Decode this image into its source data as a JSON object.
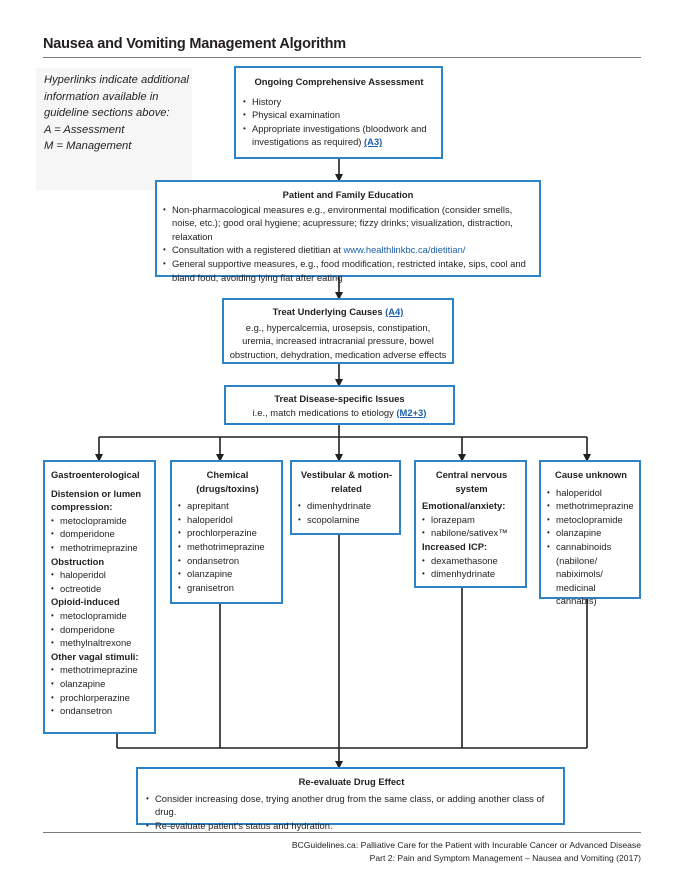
{
  "title": "Nausea and Vomiting Management Algorithm",
  "legend": {
    "lines": [
      "Hyperlinks indicate additional",
      "information available in",
      "guideline sections above:",
      "A = Assessment",
      "M = Management"
    ]
  },
  "assessment": {
    "heading": "Ongoing Comprehensive Assessment",
    "items": [
      "History",
      "Physical examination",
      "Appropriate investigations (bloodwork and investigations as required)"
    ],
    "link": "(A3)"
  },
  "education": {
    "heading": "Patient and Family Education",
    "item1": "Non-pharmacological measures e.g., environmental modification (consider smells, noise, etc.); good oral hygiene; acupressure; fizzy drinks; visualization, distraction, relaxation",
    "item2_text": "Consultation with a registered dietitian at ",
    "item2_url": "www.healthlinkbc.ca/dietitian/",
    "item3": "General supportive measures, e.g., food modification, restricted intake, sips, cool and bland food, avoiding lying flat after eating"
  },
  "causes": {
    "heading": "Treat Underlying Causes",
    "link": "(A4)",
    "body": "e.g., hypercalcemia, urosepsis, constipation, uremia, increased intracranial pressure, bowel obstruction, dehydration, medication adverse effects"
  },
  "disease": {
    "heading": "Treat Disease-specific Issues",
    "body": "i.e., match medications to etiology",
    "link": "(M2+3)"
  },
  "gastro": {
    "heading": "Gastroenterological",
    "sections": [
      {
        "label": "Distension or lumen compression:",
        "items": [
          "metoclopramide",
          "domperidone",
          "methotrimeprazine"
        ]
      },
      {
        "label": "Obstruction",
        "items": [
          "haloperidol",
          "octreotide"
        ]
      },
      {
        "label": "Opioid-induced",
        "items": [
          "metoclopramide",
          "domperidone",
          "methylnaltrexone"
        ]
      },
      {
        "label": "Other vagal stimuli:",
        "items": [
          "methotrimeprazine",
          "olanzapine",
          "prochlorperazine",
          "ondansetron"
        ]
      }
    ]
  },
  "chemical": {
    "heading": "Chemical (drugs/toxins)",
    "items": [
      "aprepitant",
      "haloperidol",
      "prochlorperazine",
      "methotrimeprazine",
      "ondansetron",
      "olanzapine",
      "granisetron"
    ]
  },
  "vestibular": {
    "heading": "Vestibular & motion-related",
    "items": [
      "dimenhydrinate",
      "scopolamine"
    ]
  },
  "cns": {
    "heading": "Central nervous system",
    "sections": [
      {
        "label": "Emotional/anxiety:",
        "items": [
          "lorazepam",
          "nabilone/sativex™"
        ]
      },
      {
        "label": "Increased ICP:",
        "items": [
          "dexamethasone",
          "dimenhydrinate"
        ]
      }
    ]
  },
  "unknown": {
    "heading": "Cause unknown",
    "items": [
      "haloperidol",
      "methotrimeprazine",
      "metoclopramide",
      "olanzapine",
      "cannabinoids (nabilone/ nabiximols/ medicinal cannabis)"
    ]
  },
  "reevaluate": {
    "heading": "Re-evaluate Drug Effect",
    "items": [
      "Consider increasing dose, trying another drug from the same class, or adding another class of drug.",
      "Re-evaluate patient’s status and hydration."
    ]
  },
  "footer": {
    "line1": "BCGuidelines.ca: Palliative Care for the Patient with Incurable Cancer or Advanced Disease",
    "line2": "Part 2: Pain and Symptom Management – Nausea and Vomiting  (2017)"
  },
  "colors": {
    "box_border": "#2e83c6",
    "link": "#1b5fa8",
    "connector": "#231f20"
  }
}
